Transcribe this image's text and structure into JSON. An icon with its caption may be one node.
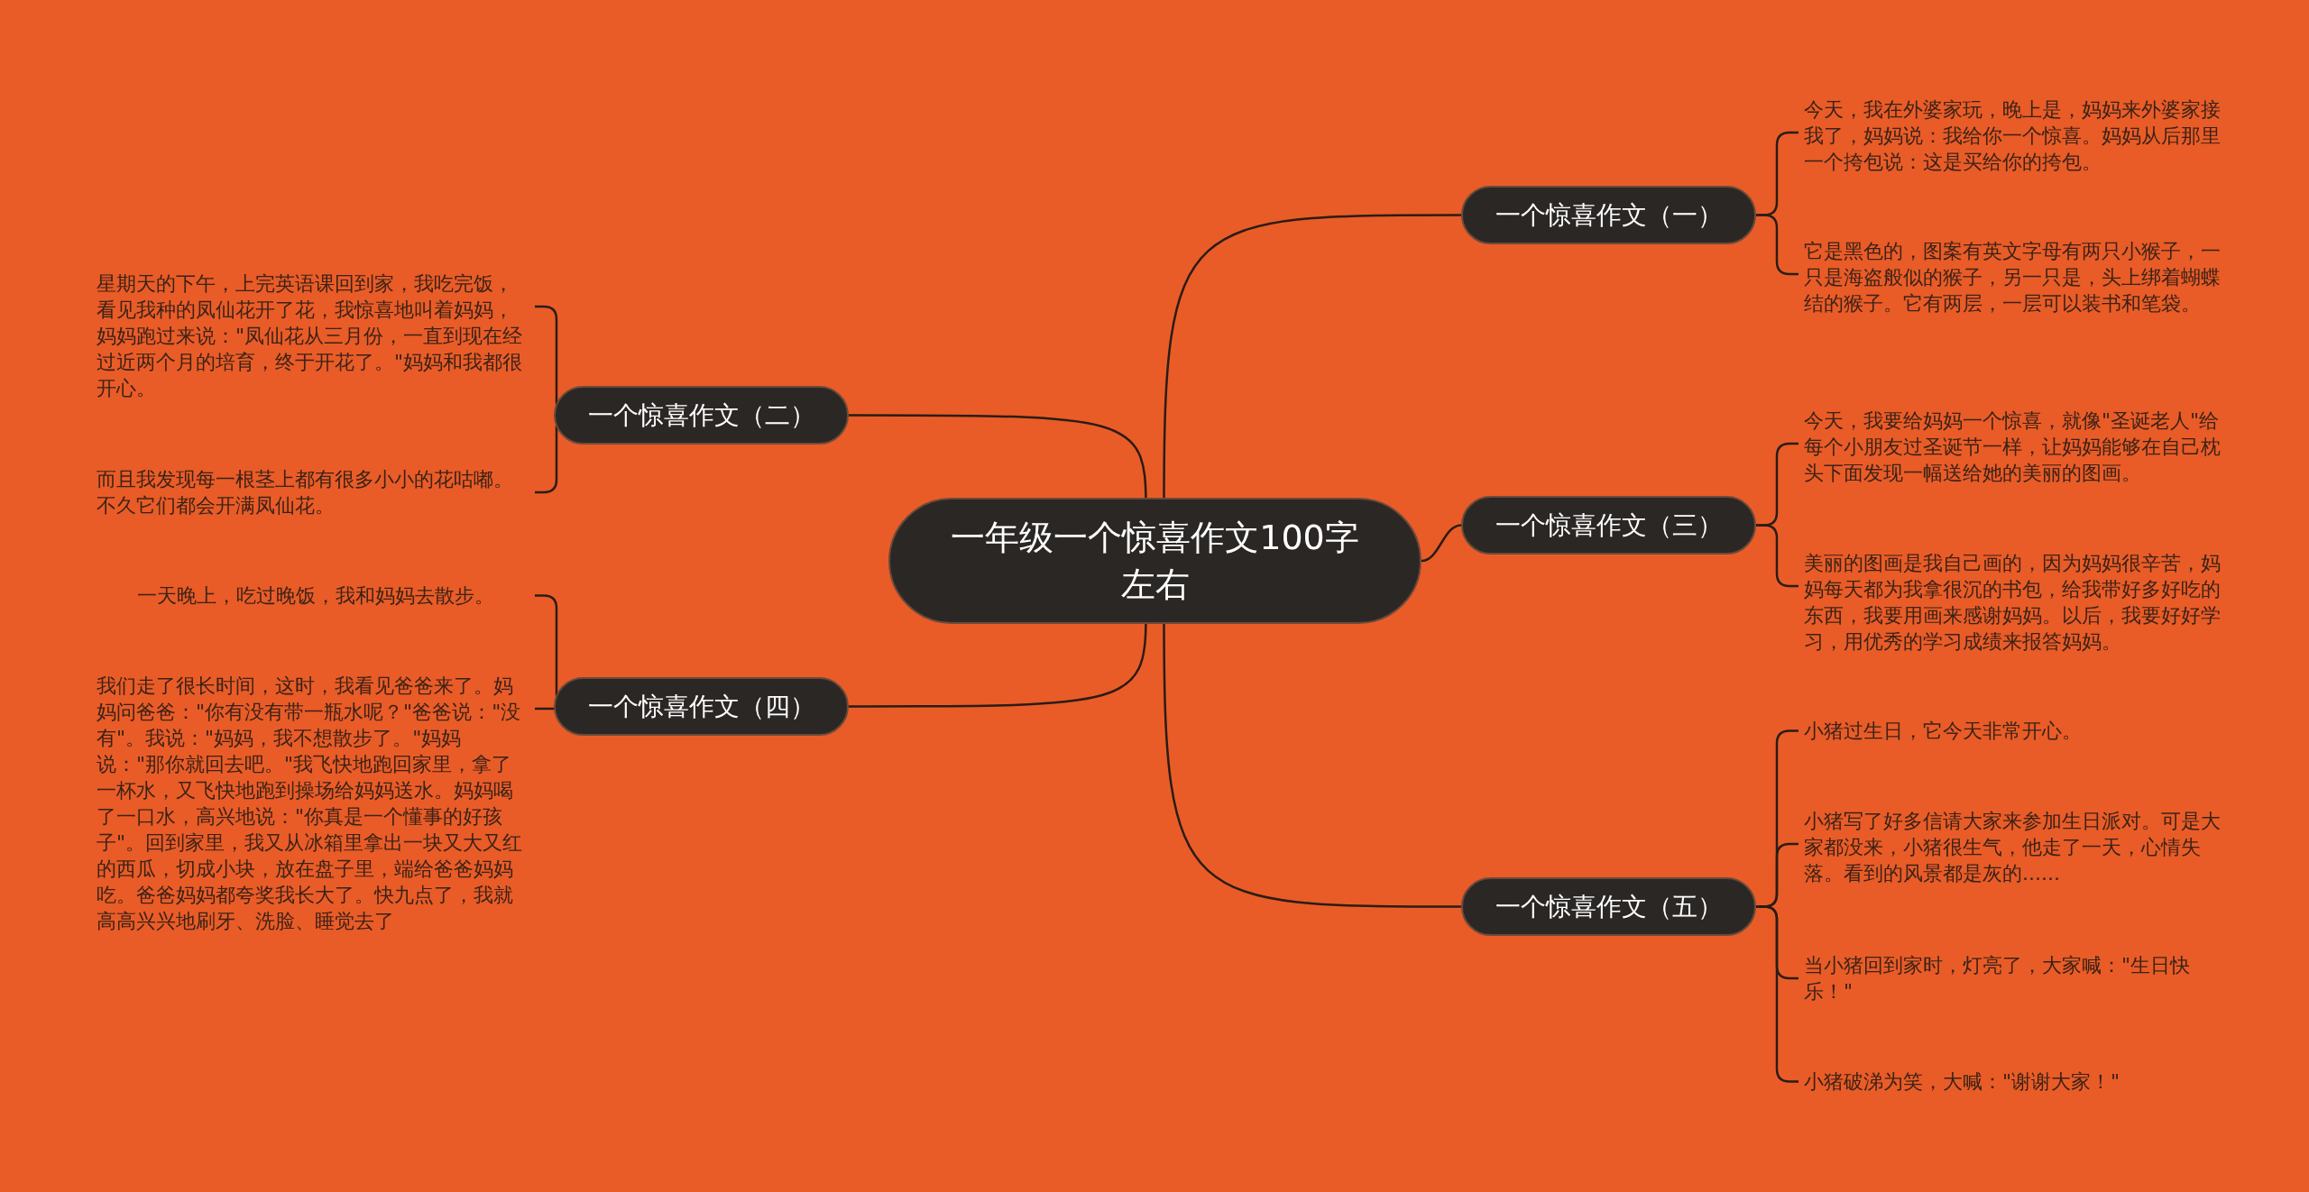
{
  "diagram": {
    "nodes": [
      {
        "text": [
          "一年级一个惊喜作文100字左右"
        ]
      },
      {
        "text": [
          "一个惊喜作文（一）"
        ]
      },
      {
        "text": [
          "今天，我在外婆家玩，晚上是，妈妈来外婆家接我了，妈妈说：我给你一个惊喜。妈妈从后那里一个挎包说：这是买给你的挎包。"
        ]
      },
      {
        "text": [
          "它是黑色的，图案有英文字母有两只小猴子，一只是海盗般似的猴子，另一只是，头上绑着蝴蝶结的猴子。它有两层，一层可以装书和笔袋。"
        ]
      },
      {
        "text": [
          "一个惊喜作文（二）"
        ]
      },
      {
        "text": [
          "星期天的下午，上完英语课回到家，我吃完饭，看见我种的凤仙花开了花，我惊喜地叫着妈妈，妈妈跑过来说：\"凤仙花从三月份，一直到现在经过近两个月的培育，终于开花了。\"妈妈和我都很开心。"
        ]
      },
      {
        "text": [
          "而且我发现每一根茎上都有很多小小的花咕嘟。不久它们都会开满凤仙花。"
        ]
      },
      {
        "text": [
          "一个惊喜作文（三）"
        ]
      },
      {
        "text": [
          "今天，我要给妈妈一个惊喜，就像\"圣诞老人\"给每个小朋友过圣诞节一样，让妈妈能够在自己枕头下面发现一幅送给她的美丽的图画。"
        ]
      },
      {
        "text": [
          "美丽的图画是我自己画的，因为妈妈很辛苦，妈妈每天都为我拿很沉的书包，给我带好多好吃的东西，我要用画来感谢妈妈。以后，我要好好学习，用优秀的学习成绩来报答妈妈。"
        ]
      },
      {
        "text": [
          "一个惊喜作文（四）"
        ]
      },
      {
        "text": [
          "一天晚上，吃过晚饭，我和妈妈去散步。"
        ]
      },
      {
        "text": [
          "我们走了很长时间，这时，我看见爸爸来了。妈妈问爸爸：\"你有没有带一瓶水呢？\"爸爸说：\"没有\"。我说：\"妈妈，我不想散步了。\"妈妈说：\"那你就回去吧。\"我飞快地跑回家里，拿了一杯水，又飞快地跑到操场给妈妈送水。妈妈喝了一口水，高兴地说：\"你真是一个懂事的好孩子\"。回到家里，我又从冰箱里拿出一块又大又红的西瓜，切成小块，放在盘子里，端给爸爸妈妈吃。爸爸妈妈都夸奖我长大了。快九点了，我就高高兴兴地刷牙、洗脸、睡觉去了"
        ]
      },
      {
        "text": [
          "一个惊喜作文（五）"
        ]
      },
      {
        "text": [
          "小猪过生日，它今天非常开心。"
        ]
      },
      {
        "text": [
          "小猪写了好多信请大家来参加生日派对。可是大家都没来，小猪很生气，他走了一天，心情失落。看到的风景都是灰的......"
        ]
      },
      {
        "text": [
          "当小猪回到家时，灯亮了，大家喊：\"生日快乐！\""
        ]
      },
      {
        "text": [
          "小猪破涕为笑，大喊：\"谢谢大家！\""
        ]
      }
    ],
    "edges": [
      {
        "from": 0,
        "to": 1,
        "arrow": "none"
      },
      {
        "from": 1,
        "to": 2,
        "arrow": "none"
      },
      {
        "from": 1,
        "to": 3,
        "arrow": "none"
      },
      {
        "from": 0,
        "to": 4,
        "arrow": "none"
      },
      {
        "from": 4,
        "to": 5,
        "arrow": "none"
      },
      {
        "from": 4,
        "to": 6,
        "arrow": "none"
      },
      {
        "from": 0,
        "to": 7,
        "arrow": "none"
      },
      {
        "from": 7,
        "to": 8,
        "arrow": "none"
      },
      {
        "from": 7,
        "to": 9,
        "arrow": "none"
      },
      {
        "from": 0,
        "to": 10,
        "arrow": "none"
      },
      {
        "from": 10,
        "to": 11,
        "arrow": "none"
      },
      {
        "from": 10,
        "to": 12,
        "arrow": "none"
      },
      {
        "from": 0,
        "to": 13,
        "arrow": "none"
      },
      {
        "from": 13,
        "to": 14,
        "arrow": "none"
      },
      {
        "from": 13,
        "to": 15,
        "arrow": "none"
      },
      {
        "from": 13,
        "to": 16,
        "arrow": "none"
      },
      {
        "from": 13,
        "to": 17,
        "arrow": "none"
      }
    ]
  }
}
